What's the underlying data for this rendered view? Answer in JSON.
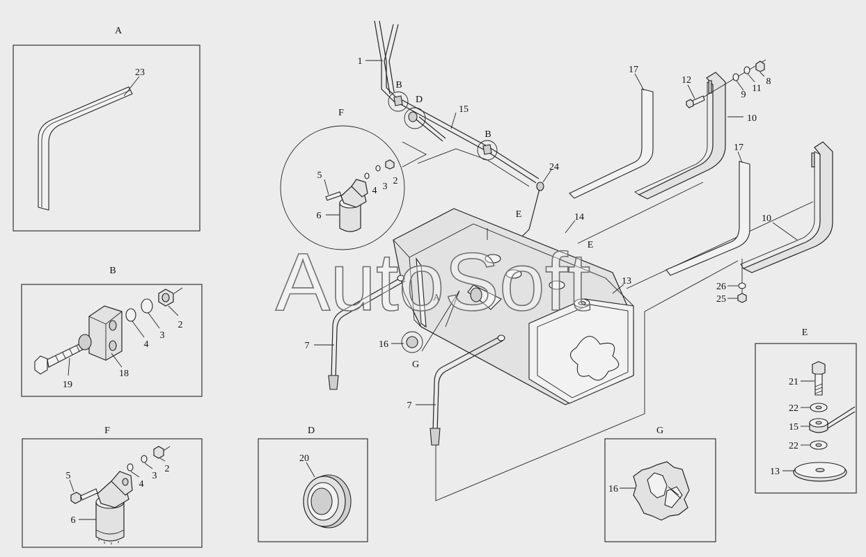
{
  "watermark": "AutoSoft",
  "colors": {
    "background": "#ececec",
    "line": "#222222"
  },
  "panels": {
    "A": {
      "title": "A",
      "callouts": {
        "c23": "23"
      }
    },
    "B": {
      "title": "B",
      "callouts": {
        "c2": "2",
        "c3": "3",
        "c4": "4",
        "c18": "18",
        "c19": "19"
      }
    },
    "F": {
      "title": "F",
      "callouts": {
        "c2": "2",
        "c3": "3",
        "c4": "4",
        "c5": "5",
        "c6": "6"
      }
    },
    "D": {
      "title": "D",
      "callouts": {
        "c20": "20"
      }
    },
    "G": {
      "title": "G",
      "callouts": {
        "c16": "16"
      }
    },
    "E": {
      "title": "E",
      "callouts": {
        "c21": "21",
        "c22a": "22",
        "c15": "15",
        "c22b": "22",
        "c13": "13"
      }
    }
  },
  "main": {
    "circle_F": {
      "title": "F",
      "callouts": {
        "c5": "5",
        "c6": "6",
        "c4": "4",
        "c3": "3",
        "c2": "2"
      }
    },
    "detail_letters": {
      "B1": "B",
      "D": "D",
      "B2": "B",
      "E1": "E",
      "E2": "E",
      "A": "A",
      "G": "G"
    },
    "callouts": {
      "c1": "1",
      "c15": "15",
      "c24": "24",
      "c14": "14",
      "c13": "13",
      "c16": "16",
      "c7a": "7",
      "c7b": "7",
      "c17a": "17",
      "c17b": "17",
      "c12": "12",
      "c9": "9",
      "c11": "11",
      "c8": "8",
      "c10a": "10",
      "c10b": "10",
      "c26": "26",
      "c25": "25"
    }
  }
}
